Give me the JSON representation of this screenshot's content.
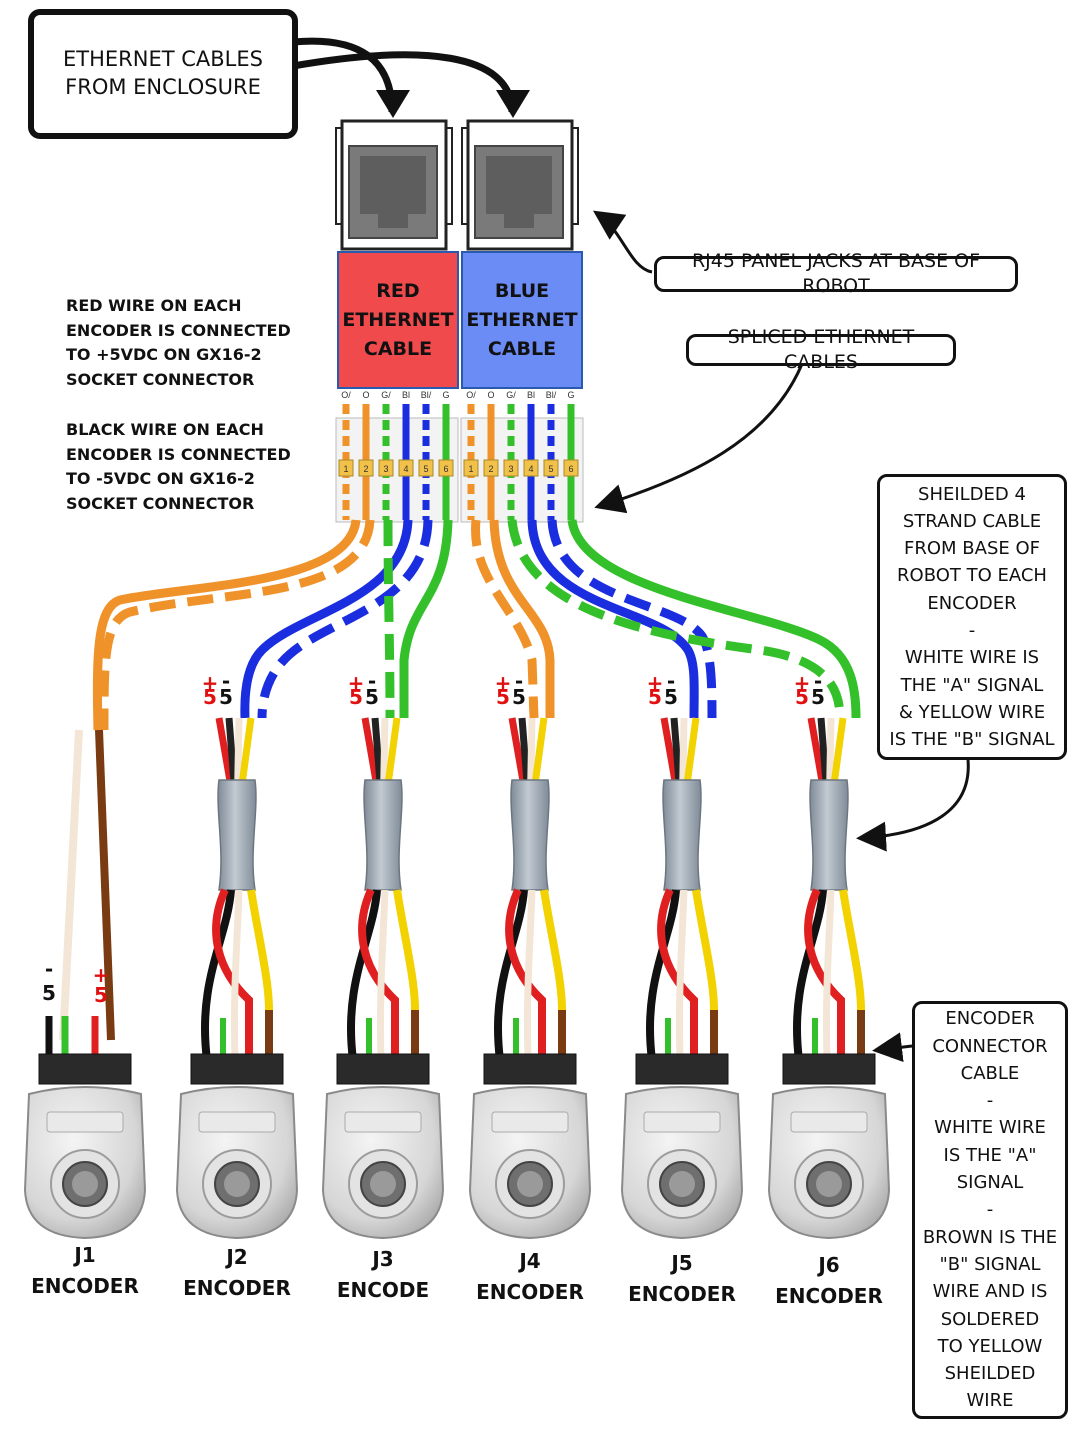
{
  "callouts": {
    "ethernet_from_enclosure": [
      "ETHERNET CABLES",
      "FROM ENCLOSURE"
    ],
    "rj45_jacks": "RJ45 PANEL JACKS AT BASE OF ROBOT",
    "spliced_cables": "SPLICED ETHERNET CABLES",
    "shielded_cable": [
      "SHEILDED 4",
      "STRAND CABLE",
      "FROM BASE OF",
      "ROBOT TO EACH",
      "ENCODER",
      "-",
      "WHITE WIRE IS",
      "THE \"A\" SIGNAL",
      "& YELLOW WIRE",
      "IS THE \"B\" SIGNAL"
    ],
    "encoder_connector": [
      "ENCODER",
      "CONNECTOR",
      "CABLE",
      "-",
      "WHITE WIRE",
      "IS THE \"A\"",
      "SIGNAL",
      "-",
      "BROWN IS THE",
      "\"B\" SIGNAL",
      "WIRE AND IS",
      "SOLDERED",
      "TO YELLOW",
      "SHEILDED",
      "WIRE"
    ]
  },
  "notes": {
    "red_wire": [
      "RED WIRE ON EACH",
      "ENCODER IS CONNECTED",
      "TO +5VDC ON GX16-2",
      "SOCKET CONNECTOR"
    ],
    "black_wire": [
      "BLACK WIRE ON EACH",
      "ENCODER IS CONNECTED",
      "TO -5VDC ON GX16-2",
      "SOCKET CONNECTOR"
    ]
  },
  "cables": {
    "red": [
      "RED",
      "ETHERNET",
      "CABLE"
    ],
    "blue": [
      "BLUE",
      "ETHERNET",
      "CABLE"
    ]
  },
  "terminal_letters": [
    "O/",
    "O",
    "G/",
    "Bl",
    "Bl/",
    "G"
  ],
  "terminal_numbers": [
    "1",
    "2",
    "3",
    "4",
    "5",
    "6"
  ],
  "polarity": {
    "plus": "+",
    "minus": "-",
    "five": "5"
  },
  "encoders": [
    {
      "id": "J1",
      "label": "ENCODER"
    },
    {
      "id": "J2",
      "label": "ENCODER"
    },
    {
      "id": "J3",
      "label": "ENCODE"
    },
    {
      "id": "J4",
      "label": "ENCODER"
    },
    {
      "id": "J5",
      "label": "ENCODER"
    },
    {
      "id": "J6",
      "label": "ENCODER"
    }
  ],
  "colors": {
    "red_cable": "#f04a4d",
    "blue_cable": "#6b8cf5",
    "orange": "#f0922a",
    "blue": "#1a2ee0",
    "green": "#33c02a",
    "brown": "#7a3b12",
    "red": "#e02020",
    "yellow": "#f2d200",
    "shield": "#9aa6b2",
    "polarity_plus": "#e01010"
  }
}
